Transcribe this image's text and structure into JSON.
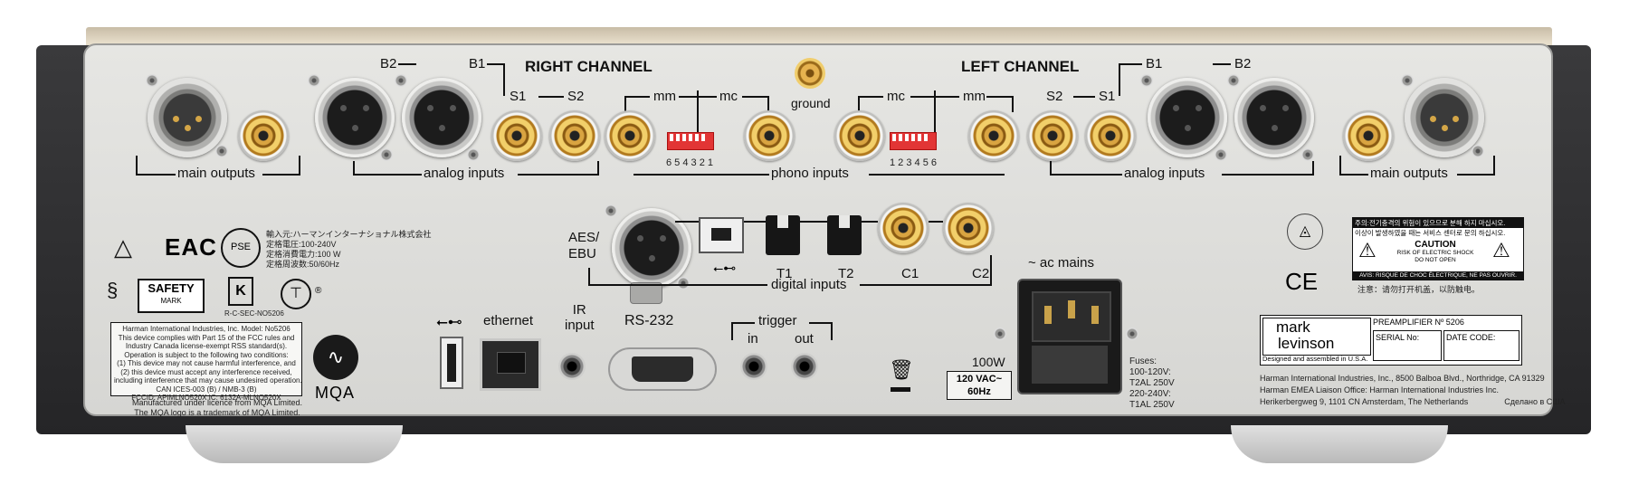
{
  "channels": {
    "right": "RIGHT CHANNEL",
    "left": "LEFT CHANNEL"
  },
  "ground": "ground",
  "main_outputs": "main outputs",
  "analog_inputs": "analog inputs",
  "phono_inputs": "phono inputs",
  "balanced": {
    "b1": "B1",
    "b2": "B2"
  },
  "single": {
    "s1": "S1",
    "s2": "S2"
  },
  "phono": {
    "mm": "mm",
    "mc": "mc",
    "right_dip": "6 5  4 3 2 1",
    "left_dip": "1 2 3 4  5 6"
  },
  "digital": {
    "aes": "AES/\nEBU",
    "aes_a": "AES/",
    "aes_b": "EBU",
    "t1": "T1",
    "t2": "T2",
    "c1": "C1",
    "c2": "C2",
    "label": "digital inputs"
  },
  "ethernet": "ethernet",
  "ir_a": "IR",
  "ir_b": "input",
  "rs232": "RS-232",
  "trigger": {
    "label": "trigger",
    "in": "in",
    "out": "out"
  },
  "ac_mains": "~ ac mains",
  "power": {
    "watts": "100W",
    "rating_a": "120 VAC~",
    "rating_b": "60Hz"
  },
  "fuses": {
    "title": "Fuses:",
    "l1": "100-120V:",
    "l2": "T2AL 250V",
    "l3": "220-240V:",
    "l4": "T1AL 250V"
  },
  "japan": {
    "l1": "輸入元:ハーマンインターナショナル株式会社",
    "l2": "定格電圧:100-240V",
    "l3": "定格消費電力:100 W",
    "l4": "定格周波数:50/60Hz"
  },
  "safety_mark": {
    "a": "SAFETY",
    "b": "MARK"
  },
  "eac": "EAC",
  "pse": "PSE",
  "kc_code": "R-C-SEC-NO5206",
  "fcc": {
    "l1": "Harman International Industries, Inc. Model: No5206",
    "l2": "This device complies with Part 15 of the FCC rules and",
    "l3": "Industry Canada license-exempt RSS standard(s).",
    "l4": "Operation is subject to the following two conditions:",
    "l5": "(1) This device may not cause harmful interference, and",
    "l6": "(2) this device must accept any interference received,",
    "l7": "including interference that may cause undesired operation.",
    "l8": "CAN ICES-003 (B) / NMB-3 (B)",
    "l9": "FCCID: APIMLNO520X   IC: 6132A-MLNO520X"
  },
  "mqa": {
    "logo": "MQA",
    "l1": "Manufactured under licence from MQA Limited.",
    "l2": "The MQA logo is a trademark of MQA Limited."
  },
  "korean": {
    "l1": "주의:전기충격의 위험이 있으므로 분해 하지 마십시오.",
    "l2": "이상이 발생하였을 때는 서비스 센터로 문의 하십시오."
  },
  "caution": {
    "title": "CAUTION",
    "l1": "RISK OF ELECTRIC SHOCK",
    "l2": "DO NOT OPEN",
    "fr": "AVIS: RISQUE DE CHOC ÉLECTRIQUE, NE PAS OUVRIR."
  },
  "chinese": "注意：请勿打开机盖，以防触电。",
  "ce": "CE",
  "brand": {
    "a": "mark",
    "b": "levinson",
    "tag": "Designed and assembled in U.S.A."
  },
  "model": {
    "label": "PREAMPLIFIER Nº 5206",
    "serial": "SERIAL No:",
    "date": "DATE CODE:"
  },
  "address": {
    "l1": "Harman International Industries, Inc., 8500 Balboa Blvd., Northridge, CA 91329",
    "l2": "Harman EMEA Liaison Office: Harman International Industries Inc.",
    "l3": "Herikerbergweg 9,  1101 CN Amsterdam, The Netherlands",
    "l4": "Сделано в США"
  }
}
